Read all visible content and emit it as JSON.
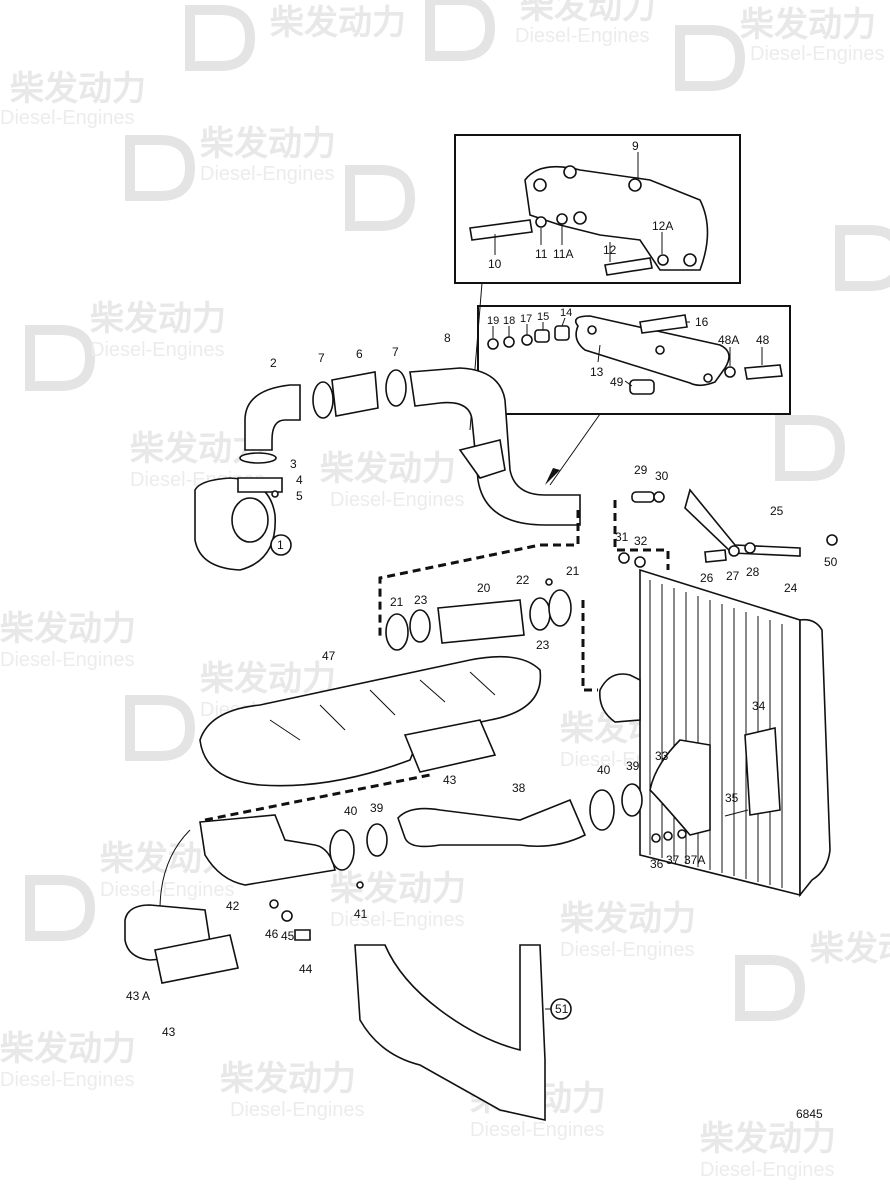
{
  "watermark": {
    "brand_cn": "柴发动力",
    "brand_en": "Diesel-Engines"
  },
  "drawing_number": "6845",
  "callouts": {
    "p1": "1",
    "p2": "2",
    "p3": "3",
    "p4": "4",
    "p5": "5",
    "p6": "6",
    "p7a": "7",
    "p7b": "7",
    "p8": "8",
    "p9": "9",
    "p10": "10",
    "p11": "11",
    "p11a": "11A",
    "p12": "12",
    "p12a": "12A",
    "p13": "13",
    "p14": "14",
    "p15": "15",
    "p16": "16",
    "p17": "17",
    "p18": "18",
    "p19": "19",
    "p20": "20",
    "p21a": "21",
    "p21b": "21",
    "p22": "22",
    "p23a": "23",
    "p23b": "23",
    "p24": "24",
    "p25": "25",
    "p26": "26",
    "p27": "27",
    "p28": "28",
    "p29": "29",
    "p30": "30",
    "p31": "31",
    "p32": "32",
    "p33": "33",
    "p34": "34",
    "p35": "35",
    "p36": "36",
    "p37": "37",
    "p37a": "37A",
    "p38": "38",
    "p39a": "39",
    "p39b": "39",
    "p40a": "40",
    "p40b": "40",
    "p41": "41",
    "p42": "42",
    "p43a": "43",
    "p43b": "43",
    "p43c": "43 A",
    "p44": "44",
    "p45": "45",
    "p46": "46",
    "p47": "47",
    "p48": "48",
    "p48a": "48A",
    "p49": "49",
    "p50": "50",
    "p51": "51"
  }
}
